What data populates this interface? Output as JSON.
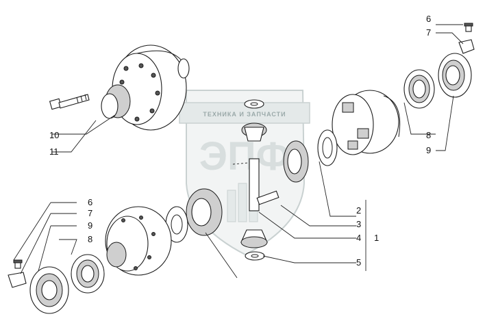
{
  "watermark": {
    "top_text": "ТЕХНИКА И ЗАПЧАСТИ",
    "big_text": "ЭПФ"
  },
  "callouts": {
    "upper_right_6": "6",
    "upper_right_7": "7",
    "upper_right_8": "8",
    "upper_right_9": "9",
    "upper_left_10": "10",
    "upper_left_11": "11",
    "lower_left_6": "6",
    "lower_left_7": "7",
    "lower_left_9": "9",
    "lower_left_8": "8",
    "right_2": "2",
    "right_3": "3",
    "right_4": "4",
    "right_5": "5",
    "assembly_1": "1"
  },
  "colors": {
    "line": "#1a1a1a",
    "shade": "#cfcfcf",
    "watermark": "#d8dede"
  }
}
